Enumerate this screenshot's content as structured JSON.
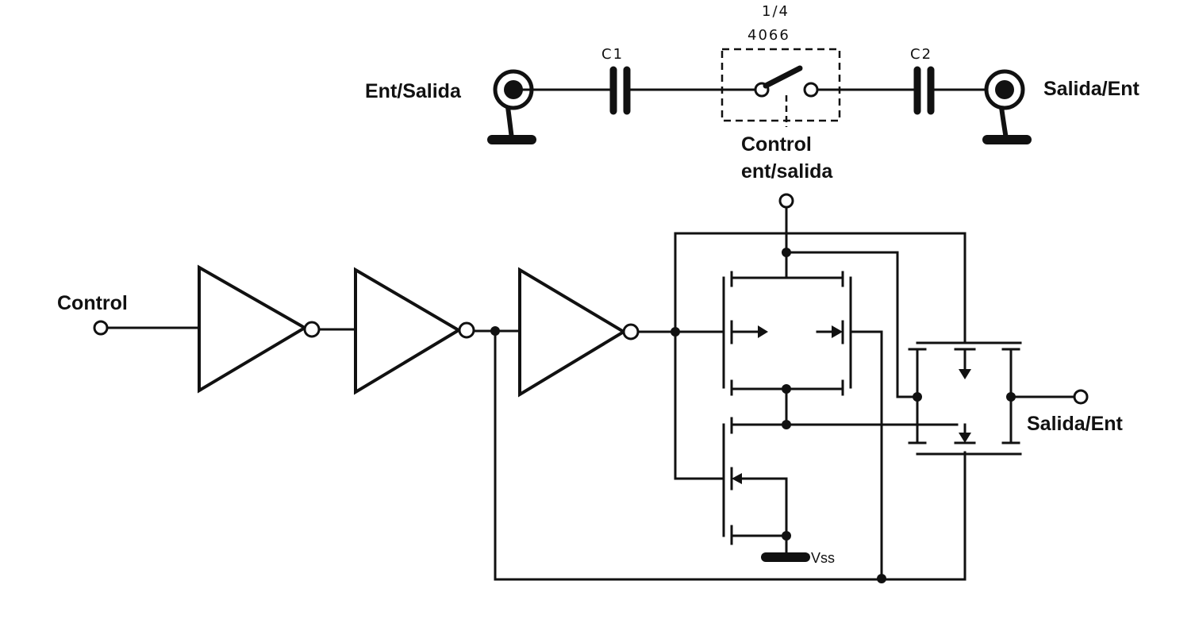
{
  "top_circuit": {
    "ic_fraction": "1/4",
    "ic_part": "4066",
    "left_port": "Ent/Salida",
    "right_port": "Salida/Ent",
    "c1": "C1",
    "c2": "C2",
    "control_line1": "Control",
    "control_line2": "ent/salida"
  },
  "bottom_circuit": {
    "control_input": "Control",
    "output": "Salida/Ent",
    "vss": "Vss"
  }
}
